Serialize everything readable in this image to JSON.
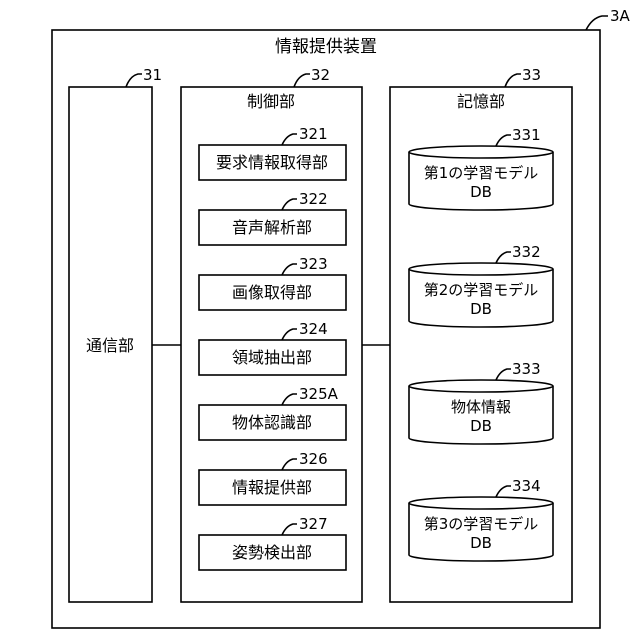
{
  "device": {
    "title": "情報提供装置",
    "ref": "3A"
  },
  "comm": {
    "label": "通信部",
    "ref": "31"
  },
  "control": {
    "label": "制御部",
    "ref": "32",
    "modules": [
      {
        "label": "要求情報取得部",
        "ref": "321"
      },
      {
        "label": "音声解析部",
        "ref": "322"
      },
      {
        "label": "画像取得部",
        "ref": "323"
      },
      {
        "label": "領域抽出部",
        "ref": "324"
      },
      {
        "label": "物体認識部",
        "ref": "325A"
      },
      {
        "label": "情報提供部",
        "ref": "326"
      },
      {
        "label": "姿勢検出部",
        "ref": "327"
      }
    ]
  },
  "storage": {
    "label": "記憶部",
    "ref": "33",
    "databases": [
      {
        "line1": "第1の学習モデル",
        "line2": "DB",
        "ref": "331"
      },
      {
        "line1": "第2の学習モデル",
        "line2": "DB",
        "ref": "332"
      },
      {
        "line1": "物体情報",
        "line2": "DB",
        "ref": "333"
      },
      {
        "line1": "第3の学習モデル",
        "line2": "DB",
        "ref": "334"
      }
    ]
  }
}
